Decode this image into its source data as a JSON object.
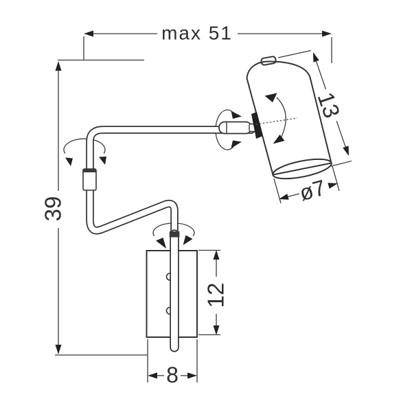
{
  "drawing": {
    "kind": "technical-dimension-drawing",
    "subject": "wall-mounted-spot-lamp-side-view",
    "colors": {
      "line": "#333333",
      "fill": "#ffffff",
      "arrow": "#222222",
      "background": "#ffffff"
    }
  },
  "dimensions": {
    "overall_reach": "max 51",
    "overall_height": "39",
    "shade_length": "13",
    "shade_diameter": "ø7",
    "wall_plate_height": "12",
    "wall_plate_width": "8"
  }
}
